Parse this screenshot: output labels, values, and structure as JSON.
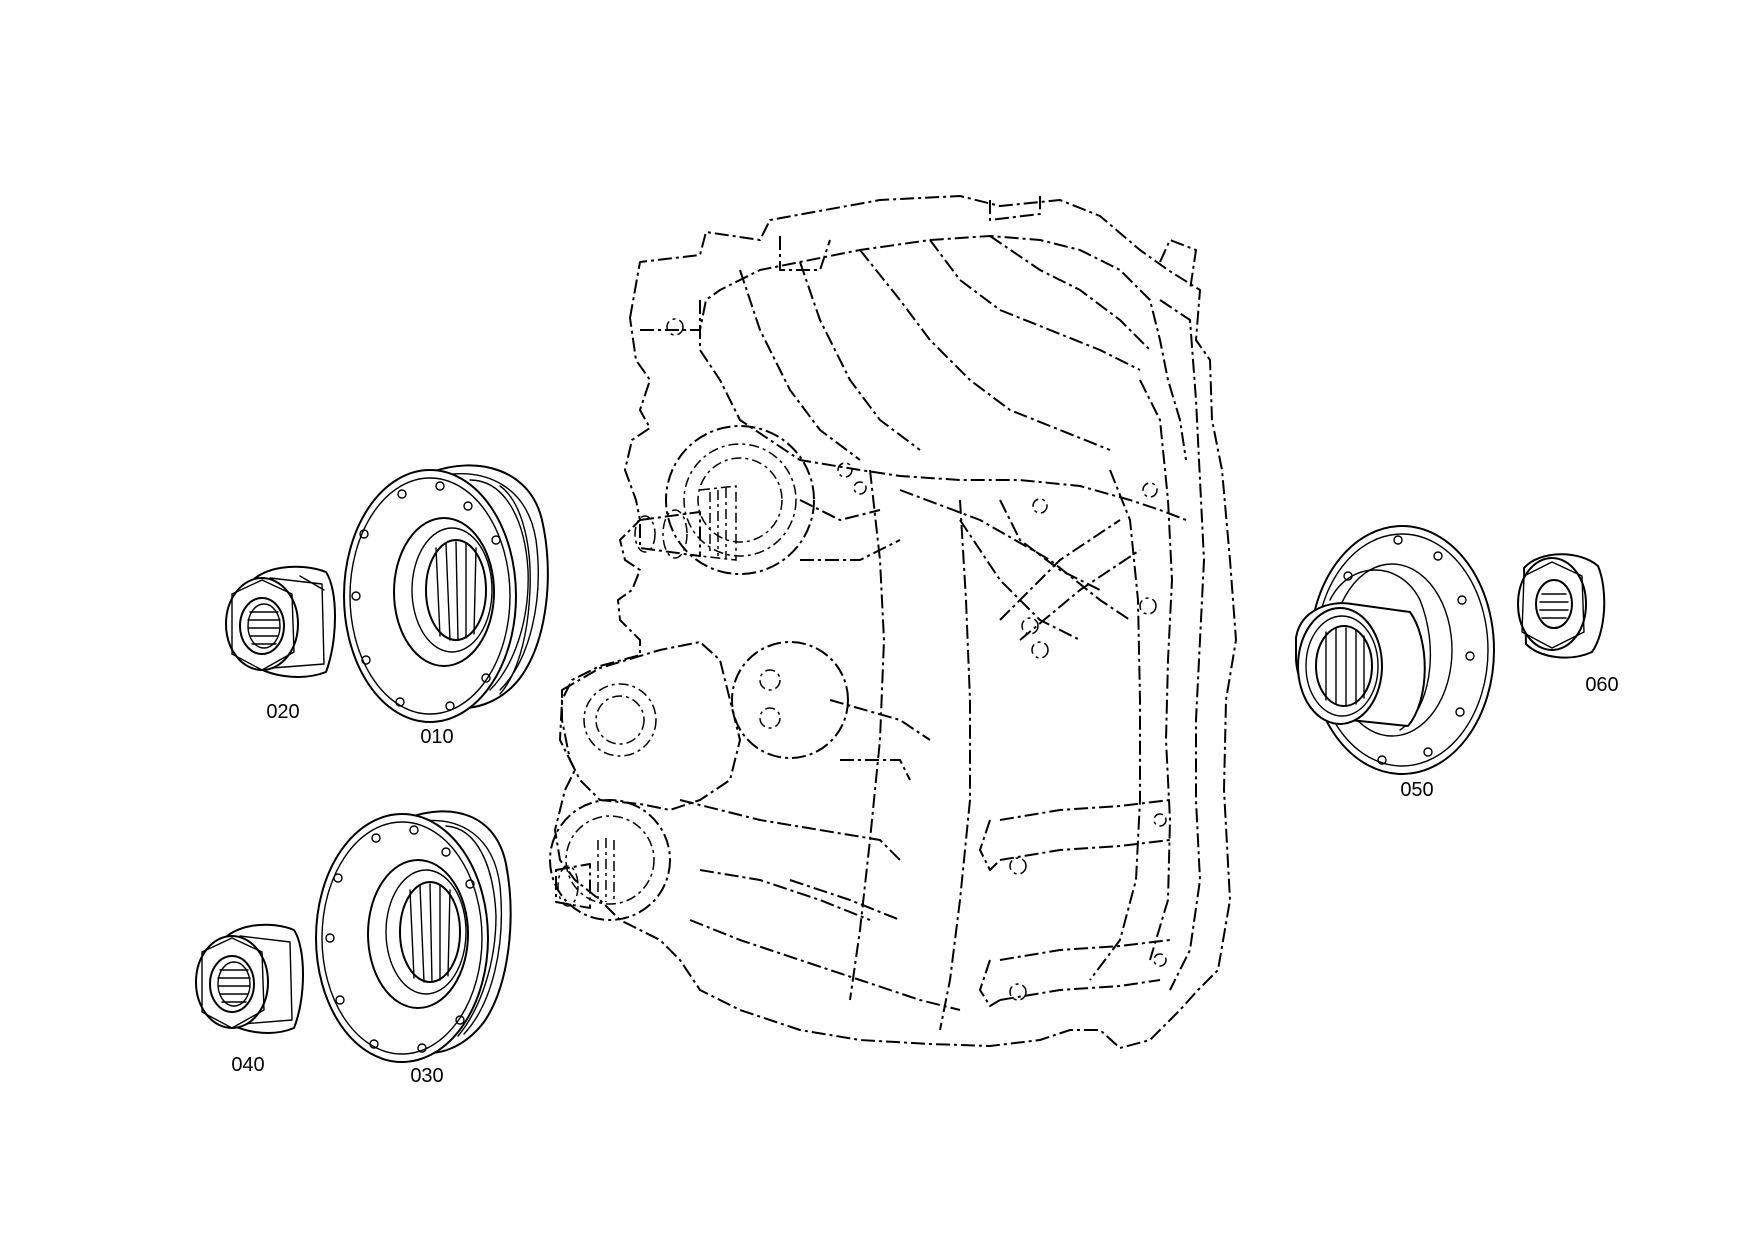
{
  "diagram": {
    "type": "exploded parts drawing",
    "parts": [
      {
        "id": "010",
        "label": "010",
        "icon": "output-flange-icon"
      },
      {
        "id": "020",
        "label": "020",
        "icon": "flange-nut-icon"
      },
      {
        "id": "030",
        "label": "030",
        "icon": "output-flange-icon"
      },
      {
        "id": "040",
        "label": "040",
        "icon": "flange-nut-icon"
      },
      {
        "id": "050",
        "label": "050",
        "icon": "input-flange-icon"
      },
      {
        "id": "060",
        "label": "060",
        "icon": "flange-nut-icon"
      }
    ],
    "housing_icon": "transfer-case-housing-icon",
    "colors": {
      "line": "#000000",
      "background": "#ffffff"
    }
  }
}
